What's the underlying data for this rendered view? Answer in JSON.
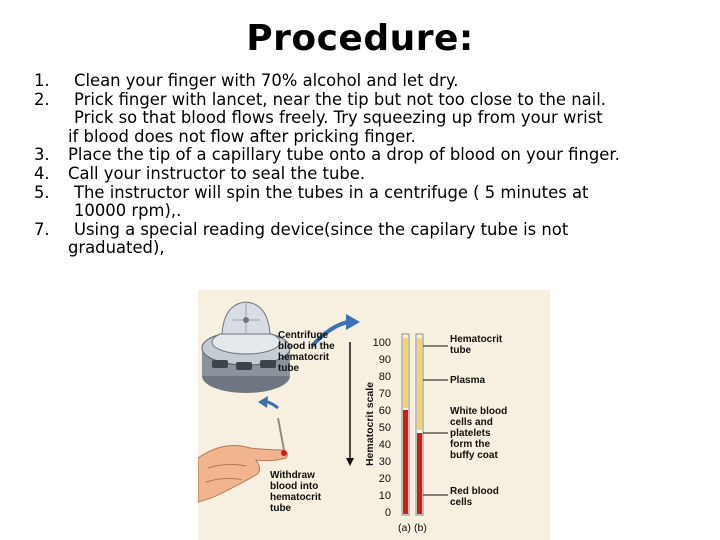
{
  "title": "Procedure:",
  "steps": [
    {
      "num": "1.",
      "lines": [
        "Clean your finger with 70% alcohol and let dry."
      ]
    },
    {
      "num": "2.",
      "lines": [
        "Prick finger with lancet, near the tip but not too close to the nail.",
        "Prick so that blood flows freely.  Try squeezing up from your wrist",
        "if blood does not flow after pricking finger."
      ]
    },
    {
      "num": "3.",
      "lines": [
        "Place the tip of a capillary tube onto a drop of blood on your finger."
      ]
    },
    {
      "num": "4.",
      "lines": [
        "Call your instructor to seal the tube."
      ]
    },
    {
      "num": "5.",
      "lines": [
        "The instructor will spin the tubes in a centrifuge ( 5 minutes at",
        "10000 rpm),."
      ]
    },
    {
      "num": "7.",
      "lines": [
        "Using a special reading device(since the capilary tube is not",
        "graduated),"
      ]
    }
  ],
  "figure": {
    "centrifuge_label": [
      "Centrifuge",
      "blood in the",
      "hematocrit",
      "tube"
    ],
    "withdraw_label": [
      "Withdraw",
      "blood into",
      "hematocrit",
      "tube"
    ],
    "scale_label": "Hematocrit scale",
    "scale_ticks": [
      "100",
      "90",
      "80",
      "70",
      "60",
      "50",
      "40",
      "30",
      "20",
      "10",
      "0"
    ],
    "tube_labels": [
      "(a)",
      "(b)"
    ],
    "hematocrit_tube_label": [
      "Hematocrit",
      "tube"
    ],
    "plasma_label": "Plasma",
    "buffy_label": [
      "White blood",
      "cells and",
      "platelets",
      "form the",
      "buffy coat"
    ],
    "rbc_label": [
      "Red blood",
      "cells"
    ],
    "colors": {
      "blood": "#c8201e",
      "plasma": "#f3d36b",
      "arrow": "#3c6fb3",
      "background": "#f7efdf"
    }
  }
}
